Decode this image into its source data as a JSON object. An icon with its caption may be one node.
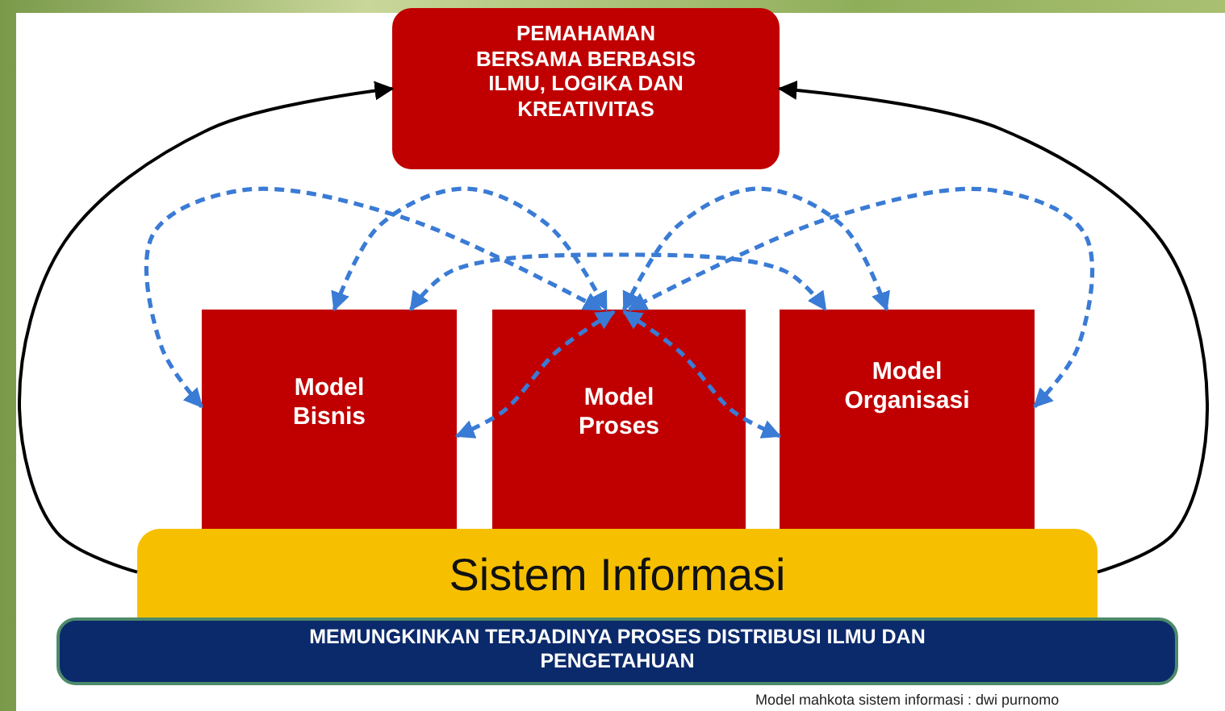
{
  "diagram": {
    "nodes": [
      {
        "text": [
          "PEMAHAMAN BERSAMA BERBASIS ILMU, LOGIKA DAN KREATIVITAS"
        ]
      },
      {
        "text": [
          "Model Bisnis"
        ]
      },
      {
        "text": [
          "Model Proses"
        ]
      },
      {
        "text": [
          "Model Organisasi"
        ]
      },
      {
        "text": [
          "Sistem Informasi"
        ]
      },
      {
        "text": [
          "MEMUNGKINKAN TERJADINYA PROSES DISTRIBUSI ILMU DAN PENGETAHUAN"
        ]
      }
    ],
    "edges": [
      {
        "from": 4,
        "to": 0,
        "arrow": "to",
        "color": "#000000"
      },
      {
        "from": 4,
        "to": 0,
        "arrow": "to",
        "color": "#000000"
      },
      {
        "from": 1,
        "to": 2,
        "arrow": "both",
        "style": "dashed"
      },
      {
        "from": 2,
        "to": 3,
        "arrow": "both",
        "style": "dashed"
      },
      {
        "from": 1,
        "to": 2,
        "arrow": "both",
        "style": "dashed"
      },
      {
        "from": 3,
        "to": 2,
        "arrow": "both",
        "style": "dashed"
      },
      {
        "from": 2,
        "to": 1,
        "arrow": "both",
        "style": "dashed"
      },
      {
        "from": 2,
        "to": 3,
        "arrow": "both",
        "style": "dashed"
      },
      {
        "from": 1,
        "to": 3,
        "arrow": "both",
        "style": "dashed"
      }
    ],
    "labels": [
      "Model mahkota sistem informasi : dwi purnomo"
    ]
  }
}
